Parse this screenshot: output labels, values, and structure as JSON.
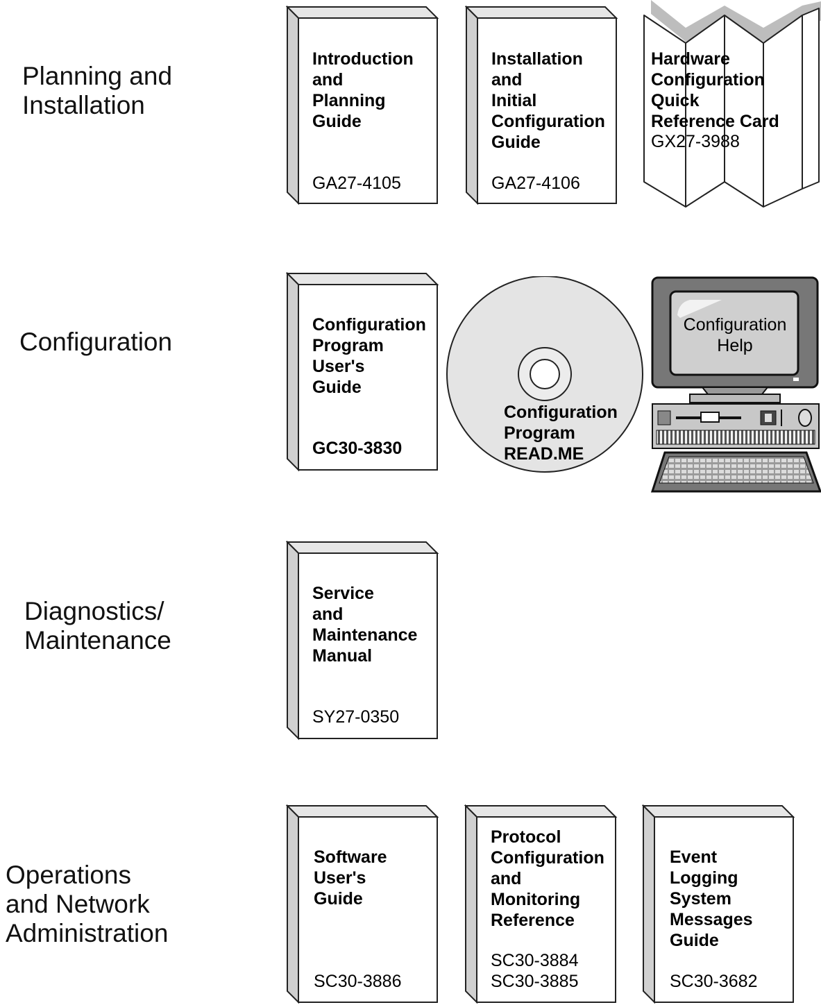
{
  "sections": [
    {
      "lines": [
        "Planning and",
        "Installation"
      ]
    },
    {
      "lines": [
        "Configuration"
      ]
    },
    {
      "lines": [
        "Diagnostics/",
        "Maintenance"
      ]
    },
    {
      "lines": [
        "Operations",
        "and Network",
        "Administration"
      ]
    }
  ],
  "books": {
    "intro_planning": {
      "title": [
        "Introduction",
        "and",
        "Planning",
        "Guide"
      ],
      "code": "GA27-4105"
    },
    "install_config": {
      "title": [
        "Installation",
        "and",
        "Initial",
        "Configuration",
        "Guide"
      ],
      "code": "GA27-4106"
    },
    "config_program": {
      "title": [
        "Configuration",
        "Program",
        "User's",
        "Guide"
      ],
      "code": "GC30-3830"
    },
    "service_maint": {
      "title": [
        "Service",
        "and",
        "Maintenance",
        "Manual"
      ],
      "code": "SY27-0350"
    },
    "software_user": {
      "title": [
        "Software",
        "User's",
        "Guide"
      ],
      "code": "SC30-3886"
    },
    "protocol_config": {
      "title": [
        "Protocol",
        "Configuration",
        "and",
        "Monitoring",
        "Reference"
      ],
      "codes": [
        "SC30-3884",
        "SC30-3885"
      ]
    },
    "event_logging": {
      "title": [
        "Event",
        "Logging",
        "System",
        "Messages",
        "Guide"
      ],
      "code": "SC30-3682"
    }
  },
  "card": {
    "title": [
      "Hardware",
      "Configuration",
      "Quick",
      "Reference Card"
    ],
    "code": "GX27-3988"
  },
  "cd": {
    "lines": [
      "Configuration",
      "Program",
      "READ.ME"
    ]
  },
  "computer": {
    "lines": [
      "Configuration",
      "Help"
    ]
  }
}
